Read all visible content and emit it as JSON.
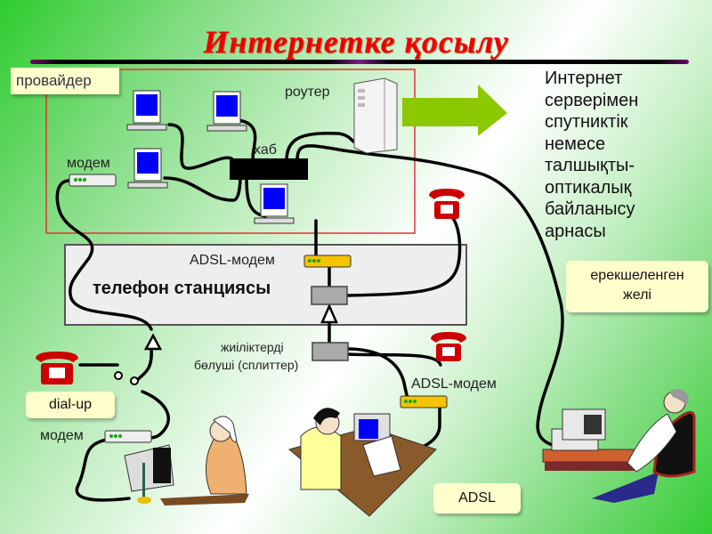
{
  "title": "Интернетке қосылу",
  "provider_badge": "провайдер",
  "labels": {
    "router": "роутер",
    "hub": "хаб",
    "modem_provider": "модем",
    "adsl_modem_station": "ADSL-модем",
    "telephone_station": "телефон станциясы",
    "splitter_line1": "жиіліктерді",
    "splitter_line2": "бөлуші (сплиттер)",
    "adsl_modem_home": "ADSL-модем",
    "modem_dialup": "модем"
  },
  "right_text_lines": [
    "Интернет",
    "серверімен",
    "спутниктік",
    "немесе",
    "талшықты-",
    "оптикалық",
    "байланысу",
    "арнасы"
  ],
  "callouts": {
    "dedicated": [
      "ерекшеленген",
      "желі"
    ],
    "dialup": "dial-up",
    "adsl": "ADSL"
  },
  "colors": {
    "title": "#ee0000",
    "provider_frame": "#e53030",
    "arrow": "#8cc800",
    "phone": "#cc0000",
    "adsl_modem": "#f5c400",
    "monitor_screen": "#0000ff",
    "callout_bg": "#ffffcc"
  }
}
